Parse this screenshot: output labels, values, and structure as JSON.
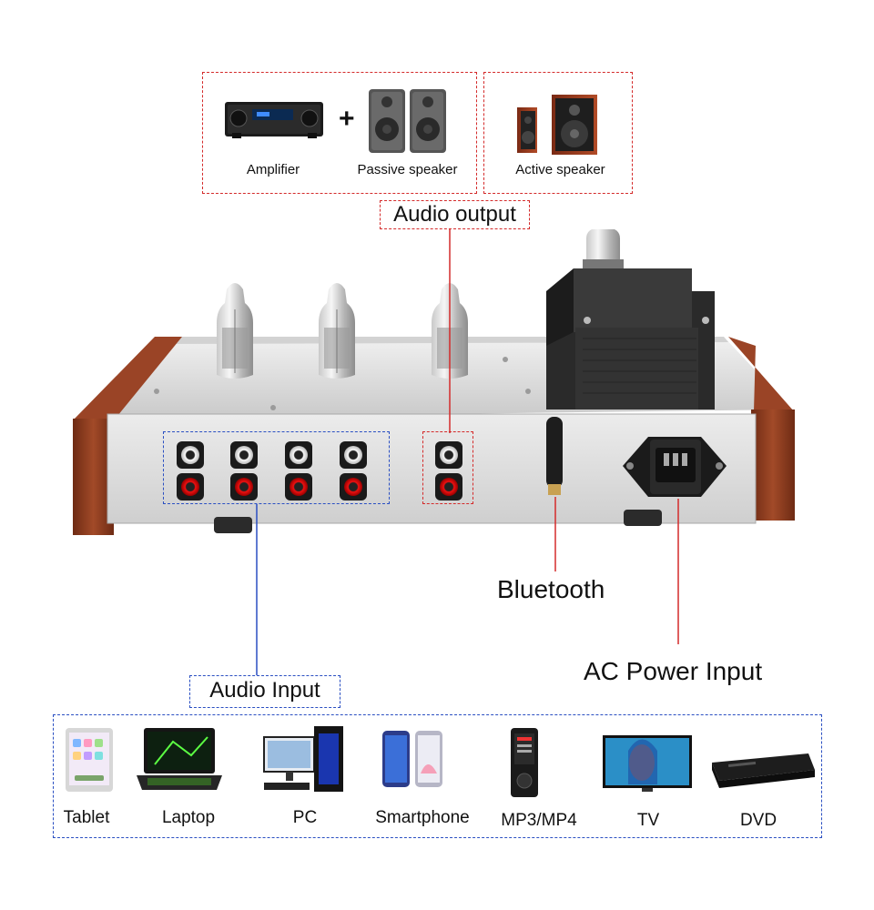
{
  "output_devices": {
    "amplifier": "Amplifier",
    "plus": "+",
    "passive_speaker": "Passive speaker",
    "active_speaker": "Active speaker"
  },
  "audio_output_label": "Audio output",
  "bluetooth_label": "Bluetooth",
  "ac_power_label": "AC Power Input",
  "audio_input_label": "Audio Input",
  "input_devices": [
    {
      "label": "Tablet",
      "icon": "tablet-icon"
    },
    {
      "label": "Laptop",
      "icon": "laptop-icon"
    },
    {
      "label": "PC",
      "icon": "pc-icon"
    },
    {
      "label": "Smartphone",
      "icon": "smartphone-icon"
    },
    {
      "label": "MP3/MP4",
      "icon": "mp3-player-icon"
    },
    {
      "label": "TV",
      "icon": "tv-icon"
    },
    {
      "label": "DVD",
      "icon": "dvd-player-icon"
    }
  ],
  "colors": {
    "callout_red": "#d42a2a",
    "callout_blue": "#2a4fc2",
    "wood": "#8b3a1f",
    "chassis": "#d9d9d9"
  }
}
